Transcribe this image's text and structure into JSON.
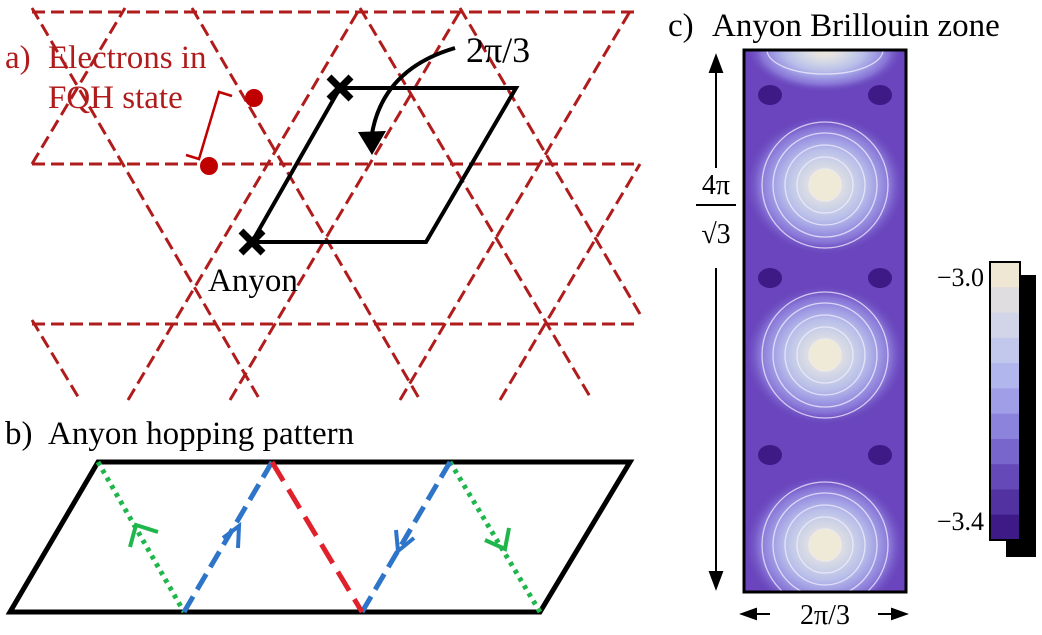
{
  "panels": {
    "a": {
      "label": "a)",
      "caption_line1": "Electrons in",
      "caption_line2": "FQH state",
      "phase": "2π/3",
      "anyon_label": "Anyon"
    },
    "b": {
      "label": "b)",
      "caption": "Anyon hopping pattern"
    },
    "c": {
      "label": "c)",
      "caption": "Anyon Brillouin zone",
      "height_numerator": "4π",
      "height_denominator": "√3",
      "width_label": "2π/3",
      "colorbar_top": "−3.0",
      "colorbar_bottom": "−3.4"
    }
  },
  "colors": {
    "lattice": "#b01c1c",
    "electron": "#c00000",
    "blue_hop": "#2e75c9",
    "red_hop": "#e0202a",
    "green_hop": "#1fb64b",
    "bz_dark": "#5a2ea8",
    "bz_light": "#efe9d8"
  },
  "colorbar": [
    "#efe6d3",
    "#e0dde0",
    "#d2d4e8",
    "#c2c8ec",
    "#b1b6ec",
    "#9f9ee6",
    "#8c84dc",
    "#7866cc",
    "#6649b8",
    "#5231a0",
    "#3d1a86"
  ]
}
